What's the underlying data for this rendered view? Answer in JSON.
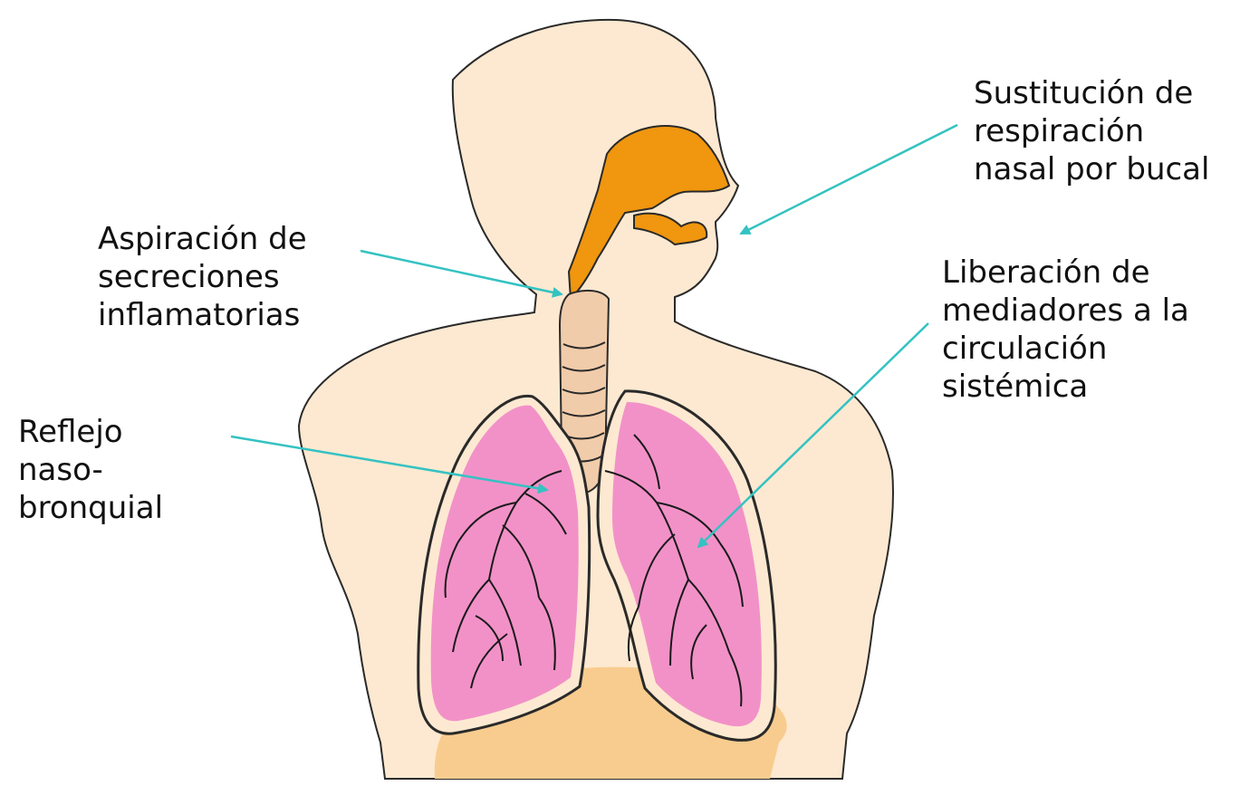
{
  "colors": {
    "skin": "#fde9d1",
    "outline": "#2a2a2a",
    "nasal": "#f0960f",
    "lung": "#f291c8",
    "trachea": "#f1ccaa",
    "diaphragm": "#f8cc8f",
    "arrow": "#34c2c2"
  },
  "icons": [
    "human-torso-icon",
    "nasal-cavity-icon",
    "trachea-icon",
    "lung-icon",
    "diaphragm-icon",
    "arrow-icon"
  ],
  "annotations": {
    "aspiracion": [
      "Aspiración de",
      "secreciones",
      "inflamatorias"
    ],
    "sustitucion": [
      "Sustitución de",
      "respiración",
      "nasal por bucal"
    ],
    "liberacion": [
      "Liberación de",
      "mediadores a la",
      "circulación",
      "sistémica"
    ],
    "reflejo": [
      "Reflejo",
      "naso-",
      "bronquial"
    ]
  }
}
